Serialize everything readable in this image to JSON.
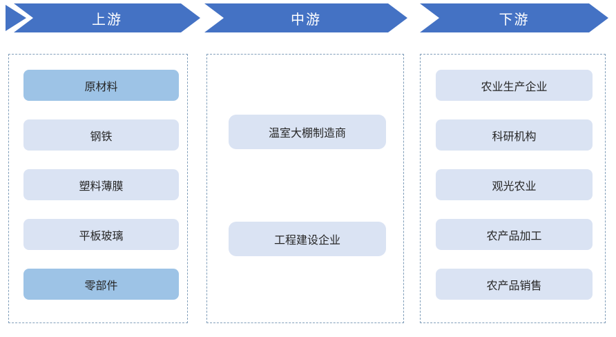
{
  "diagram": {
    "type": "industry-chain",
    "colors": {
      "banner_fill": "#4472C4",
      "banner_text": "#FFFFFF",
      "node_dark_fill": "#9DC3E6",
      "node_light_fill": "#DAE3F3",
      "node_text": "#262626",
      "column_dashed_border": "#7F9DB9",
      "background": "#FFFFFF"
    },
    "columns": [
      {
        "header": "上游",
        "items": [
          {
            "label": "原材料",
            "variant": "dark"
          },
          {
            "label": "钢铁",
            "variant": "light"
          },
          {
            "label": "塑料薄膜",
            "variant": "light"
          },
          {
            "label": "平板玻璃",
            "variant": "light"
          },
          {
            "label": "零部件",
            "variant": "dark"
          }
        ]
      },
      {
        "header": "中游",
        "items": [
          {
            "label": "温室大棚制造商",
            "variant": "light"
          },
          {
            "label": "工程建设企业",
            "variant": "light"
          }
        ]
      },
      {
        "header": "下游",
        "items": [
          {
            "label": "农业生产企业",
            "variant": "light"
          },
          {
            "label": "科研机构",
            "variant": "light"
          },
          {
            "label": "观光农业",
            "variant": "light"
          },
          {
            "label": "农产品加工",
            "variant": "light"
          },
          {
            "label": "农产品销售",
            "variant": "light"
          }
        ]
      }
    ]
  }
}
